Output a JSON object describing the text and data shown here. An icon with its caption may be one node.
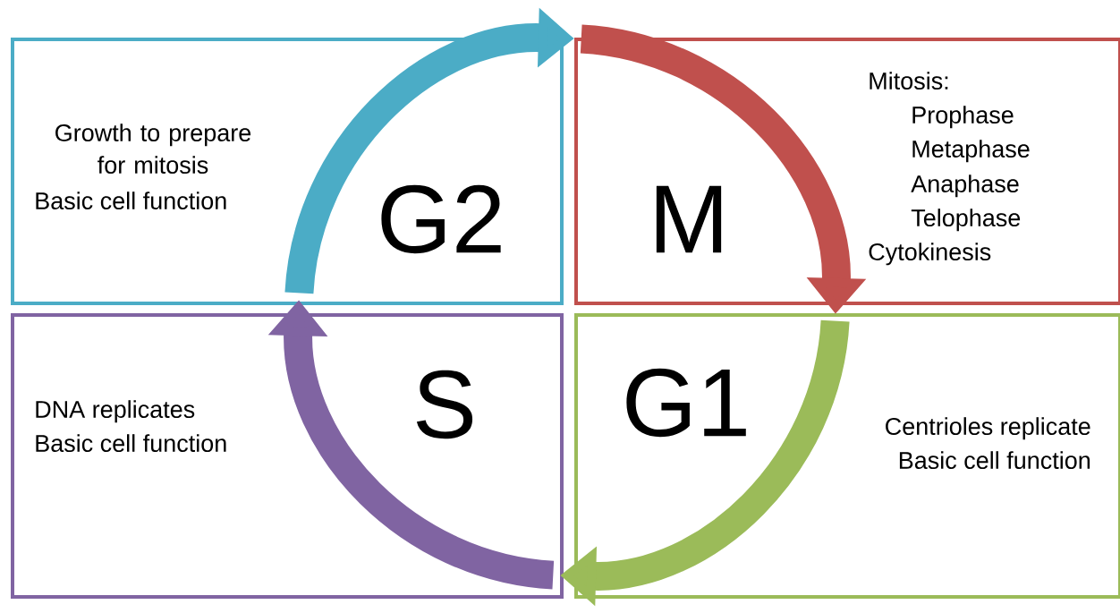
{
  "diagram": {
    "nodes": [
      {
        "text": [
          "Growth to prepare for mitosis",
          "Basic cell function",
          "G2"
        ]
      },
      {
        "text": [
          "M",
          "Mitosis:",
          "Prophase",
          "Metaphase",
          "Anaphase",
          "Telophase",
          "Cytokinesis"
        ]
      },
      {
        "text": [
          "DNA replicates",
          "Basic cell function",
          "S"
        ]
      },
      {
        "text": [
          "G1",
          "Centrioles replicate",
          "Basic cell function"
        ]
      }
    ],
    "edges": [
      {
        "from": 0,
        "to": 1,
        "arrow": "to",
        "color": "#4bacc6"
      },
      {
        "from": 1,
        "to": 3,
        "arrow": "to",
        "color": "#c0504d"
      },
      {
        "from": 3,
        "to": 2,
        "arrow": "to",
        "color": "#9bbb59"
      },
      {
        "from": 2,
        "to": 0,
        "arrow": "to",
        "color": "#8064a2"
      }
    ]
  }
}
